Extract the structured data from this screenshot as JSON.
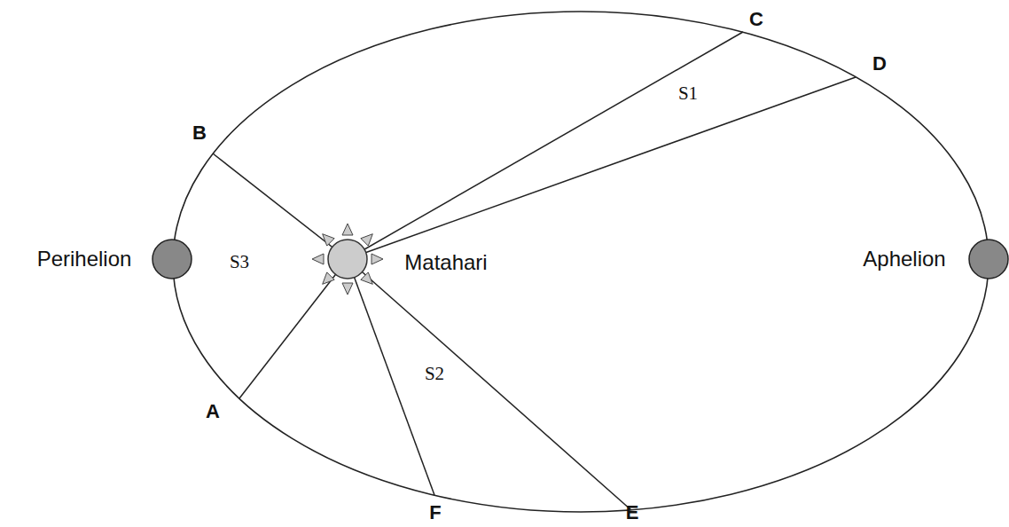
{
  "diagram": {
    "labels": [
      "C",
      "D",
      "S1",
      "B",
      "Perihelion",
      "S3",
      "Matahari",
      "Aphelion",
      "A",
      "S2",
      "F",
      "E"
    ]
  }
}
